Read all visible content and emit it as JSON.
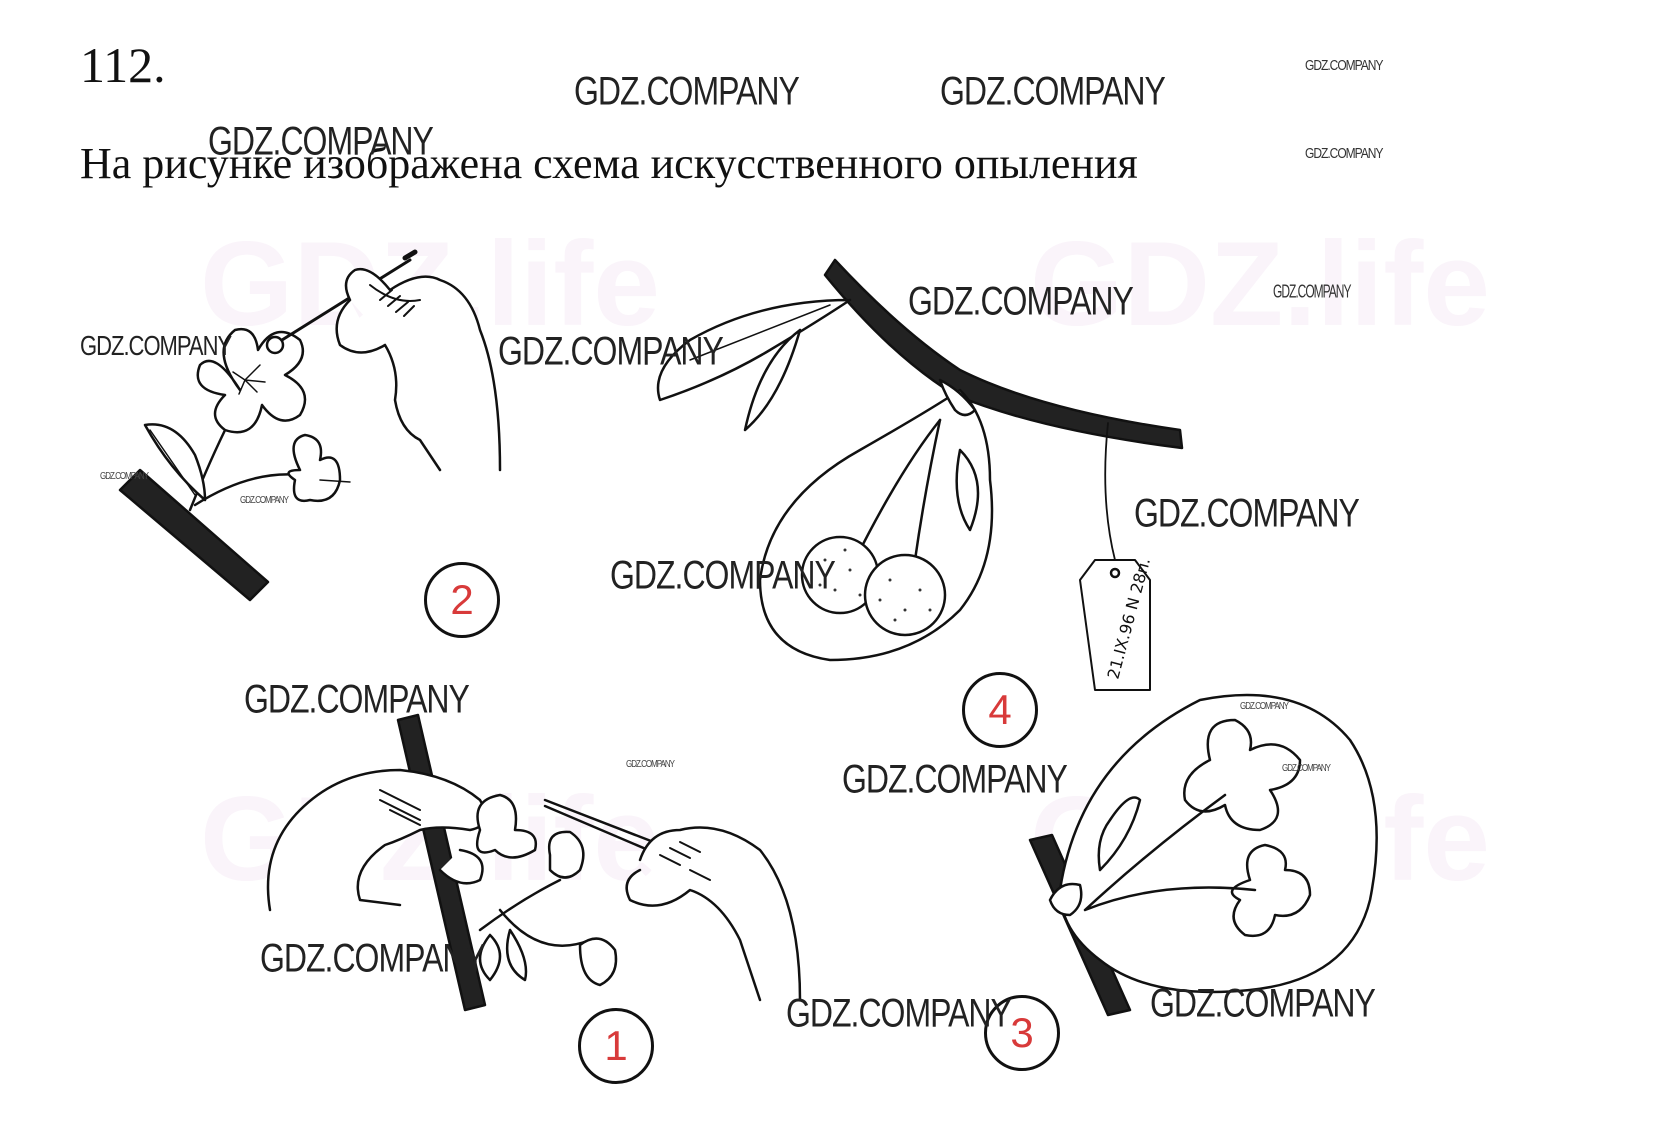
{
  "task": {
    "number": "112.",
    "title": "На рисунке изображена схема искусственного опыления"
  },
  "watermark": "GDZ.COMPANY",
  "background_watermark": "GDZ.life",
  "steps": {
    "one": "1",
    "two": "2",
    "three": "3",
    "four": "4"
  },
  "tag_label": "21.IX.96 N 28п.",
  "colors": {
    "step_number": "#d83a3a",
    "ink": "#111111"
  }
}
